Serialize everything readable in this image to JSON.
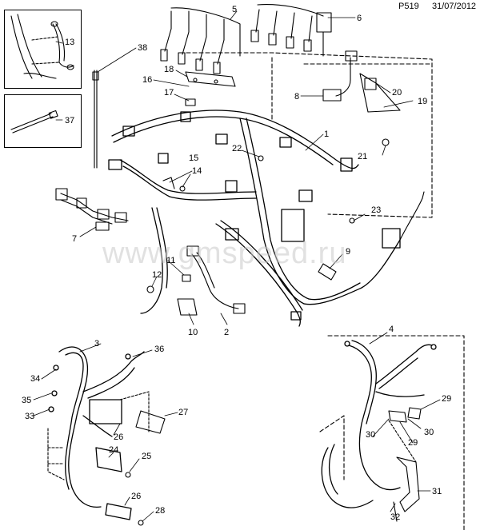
{
  "header": {
    "code": "P519",
    "date": "31/07/2012"
  },
  "watermark": "www.gmspeed.ru",
  "callouts": [
    "1",
    "2",
    "3",
    "4",
    "5",
    "6",
    "7",
    "8",
    "9",
    "10",
    "11",
    "12",
    "13",
    "14",
    "15",
    "16",
    "17",
    "18",
    "19",
    "20",
    "21",
    "22",
    "23",
    "24",
    "25",
    "26",
    "26",
    "27",
    "28",
    "29",
    "29",
    "30",
    "30",
    "31",
    "32",
    "33",
    "34",
    "35",
    "36",
    "37",
    "38"
  ]
}
